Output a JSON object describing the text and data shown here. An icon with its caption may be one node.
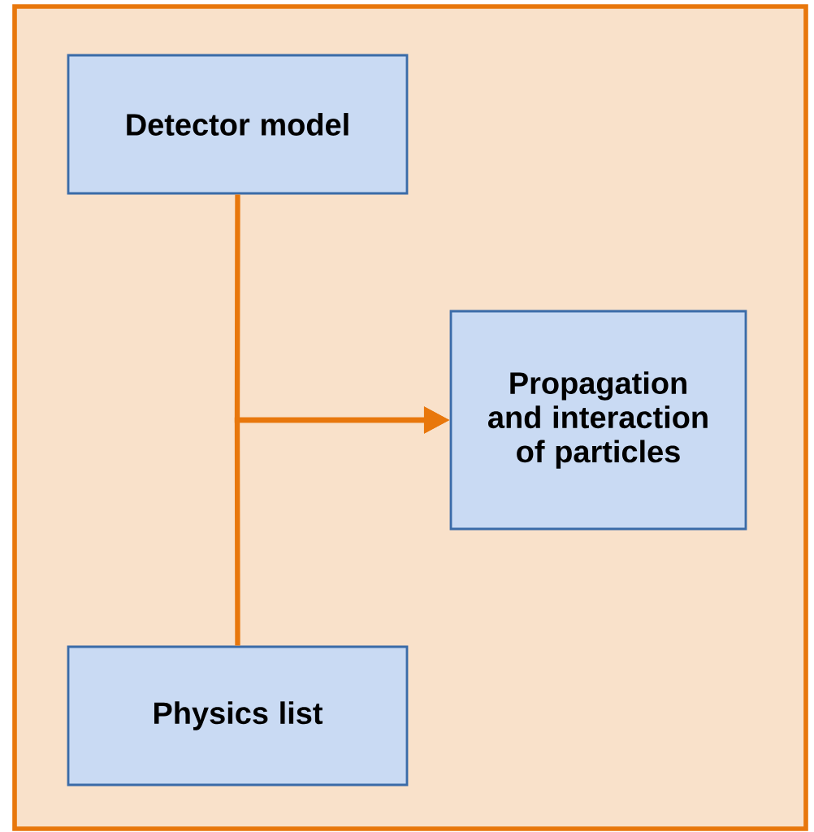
{
  "diagram": {
    "nodes": [
      {
        "text": [],
        "shape": "box"
      },
      {
        "text": [
          "Detector model"
        ],
        "in": 0
      },
      {
        "text": [
          "Propagation and interaction of particles"
        ],
        "in": 0
      },
      {
        "text": [
          "Physics list"
        ],
        "in": 0
      }
    ],
    "edges": [
      {
        "from": 1,
        "to": 2,
        "arrow": "to",
        "color": "#e8770c"
      },
      {
        "from": 3,
        "to": 2,
        "arrow": "to",
        "color": "#e8770c"
      }
    ]
  }
}
